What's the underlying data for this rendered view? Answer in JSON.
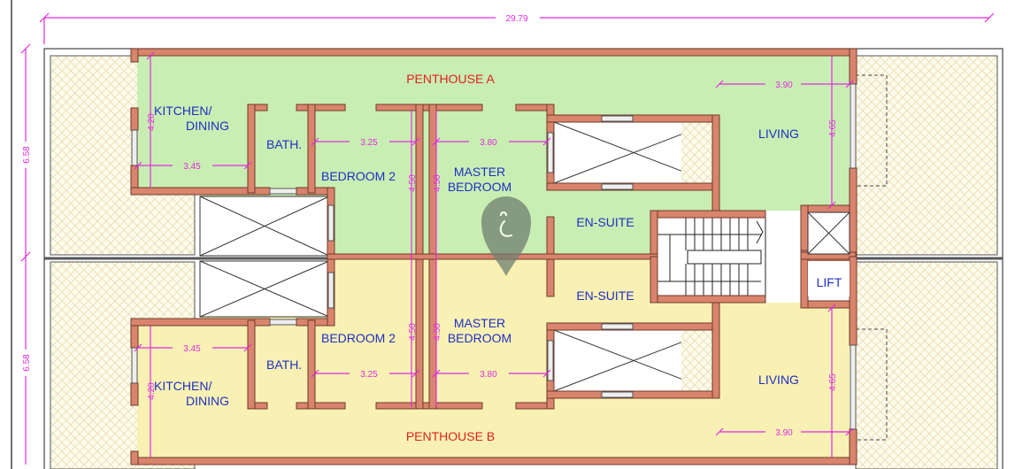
{
  "dimensions": {
    "overall_width": "29.79",
    "depth_a": "6.58",
    "depth_b": "6.58",
    "kitchen_width": "3.45",
    "kitchen_depth": "4.20",
    "bedroom2_width": "3.25",
    "bedroom2_depth": "4.50",
    "master_width": "3.80",
    "master_depth": "4.50",
    "living_width": "3.90",
    "living_depth": "4.65"
  },
  "penthouse_a": {
    "title": "PENTHOUSE A",
    "kitchen_line1": "KITCHEN/",
    "kitchen_line2": "DINING",
    "bath": "BATH.",
    "bedroom2": "BEDROOM 2",
    "master_line1": "MASTER",
    "master_line2": "BEDROOM",
    "ensuite": "EN-SUITE",
    "living": "LIVING"
  },
  "penthouse_b": {
    "title": "PENTHOUSE B",
    "kitchen_line1": "KITCHEN/",
    "kitchen_line2": "DINING",
    "bath": "BATH.",
    "bedroom2": "BEDROOM 2",
    "master_line1": "MASTER",
    "master_line2": "BEDROOM",
    "ensuite": "EN-SUITE",
    "living": "LIVING"
  },
  "core": {
    "lift": "LIFT"
  },
  "colors": {
    "penthouse_a": "#c9eeb3",
    "penthouse_b": "#f8f1b3",
    "wall": "#d9846c",
    "dimension": "#e22be2",
    "room_text": "#1f2fc4",
    "title_text": "#e0201e"
  }
}
